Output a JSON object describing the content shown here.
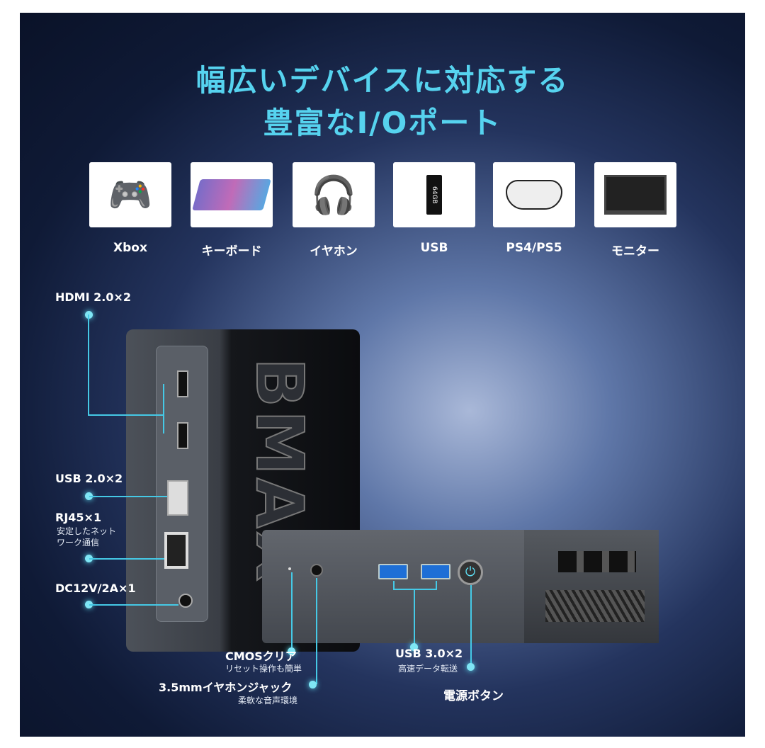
{
  "header": {
    "title_line1": "幅広いデバイスに対応する",
    "title_line2": "豊富なI/Oポート"
  },
  "devices": [
    {
      "label": "Xbox",
      "icon": "gamepad-icon"
    },
    {
      "label": "キーボード",
      "icon": "keyboard-icon"
    },
    {
      "label": "イヤホン",
      "icon": "headphones-icon"
    },
    {
      "label": "USB",
      "icon": "usb-drive-icon",
      "badge": "64GB"
    },
    {
      "label": "PS4/PS5",
      "icon": "ps-controller-icon"
    },
    {
      "label": "モニター",
      "icon": "monitor-icon"
    }
  ],
  "ports": {
    "hdmi": "HDMI 2.0×2",
    "usb2": "USB 2.0×2",
    "rj45": "RJ45×1",
    "rj45_sub1": "安定したネット",
    "rj45_sub2": "ワーク通信",
    "dc": "DC12V/2A×1",
    "cmos": "CMOSクリア",
    "cmos_sub": "リセット操作も簡単",
    "audio": "3.5mmイヤホンジャック",
    "audio_sub": "柔軟な音声環境",
    "usb3": "USB 3.0×2",
    "usb3_sub": "高速データ転送",
    "power": "電源ボタン"
  },
  "brand": "BMAX",
  "colors": {
    "accent": "#56d3ef",
    "background": "#0f1a36"
  }
}
